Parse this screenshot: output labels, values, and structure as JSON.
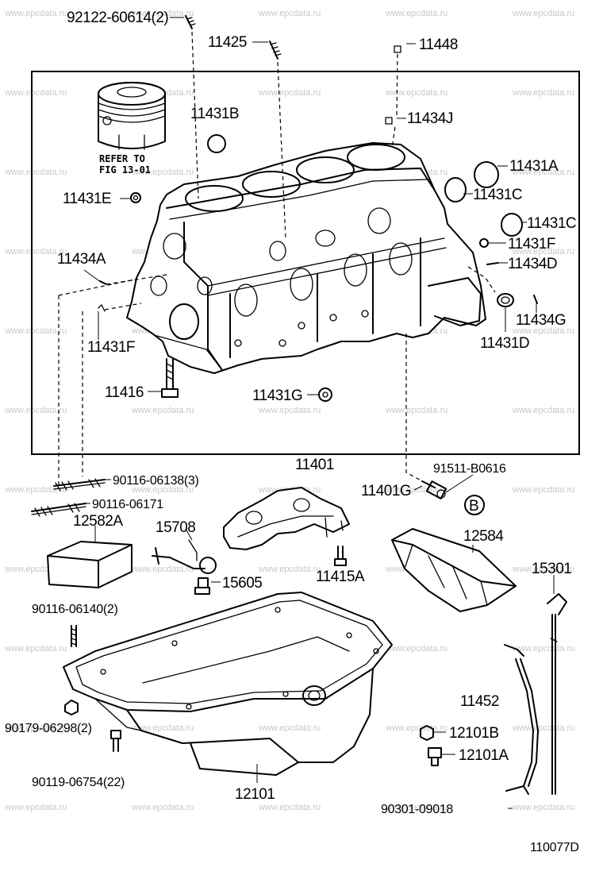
{
  "diagram": {
    "ref_code": "110077D",
    "refer_note": [
      "REFER TO",
      "FIG  13-01"
    ],
    "callout": "B",
    "watermark": "www.epcdata.ru",
    "labels": {
      "p92122": "92122-60614(2)",
      "p11425": "11425",
      "p11448": "11448",
      "p11431B": "11431B",
      "p11434J": "11434J",
      "p11431A": "11431A",
      "p11431C_a": "11431C",
      "p11431E": "11431E",
      "p11431C_b": "11431C",
      "p11431F_a": "11431F",
      "p11434A": "11434A",
      "p11434D": "11434D",
      "p11434G": "11434G",
      "p11431F_b": "11431F",
      "p11431D": "11431D",
      "p11416": "11416",
      "p11431G": "11431G",
      "p11401": "11401",
      "p90116_06138": "90116-06138(3)",
      "p91511": "91511-B0616",
      "p90116_06171": "90116-06171",
      "p11401G": "11401G",
      "p12582A": "12582A",
      "p15708": "15708",
      "p12584": "12584",
      "p15605": "15605",
      "p11415A": "11415A",
      "p15301": "15301",
      "p90116_06140": "90116-06140(2)",
      "p11452": "11452",
      "p90179": "90179-06298(2)",
      "p12101B": "12101B",
      "p12101A": "12101A",
      "p90119": "90119-06754(22)",
      "p12101": "12101",
      "p90301": "90301-09018"
    }
  }
}
